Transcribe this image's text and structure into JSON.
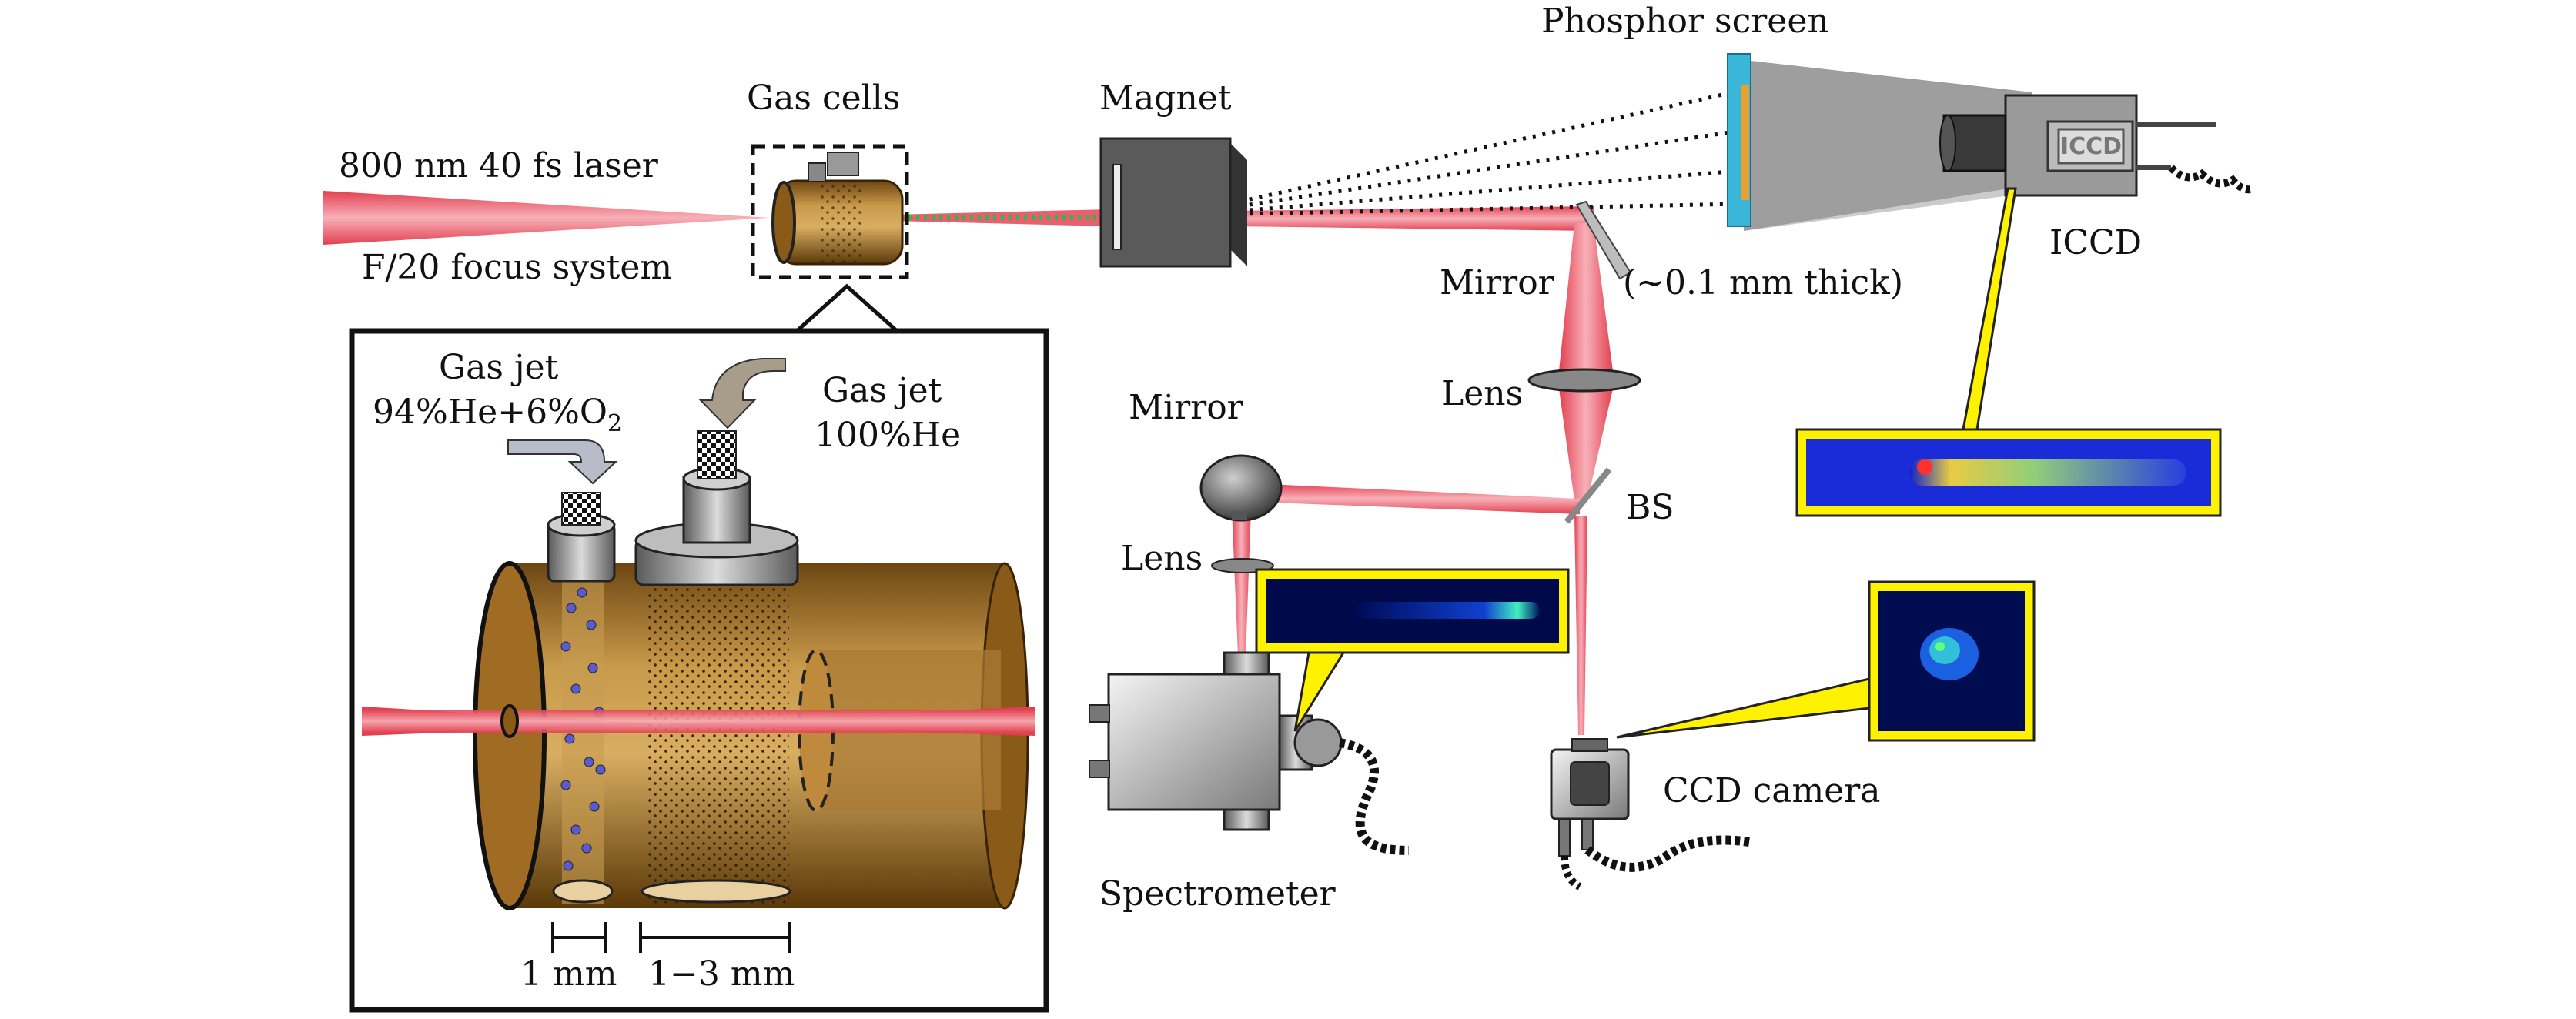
{
  "labels": {
    "laser": "800 nm 40 fs laser",
    "focus": "F/20 focus system",
    "gas_cells": "Gas cells",
    "magnet": "Magnet",
    "phosphor": "Phosphor screen",
    "thickness": "(∼0.1 mm thick)",
    "iccd": "ICCD",
    "iccd_badge": "ICCD",
    "mirror_top": "Mirror",
    "lens_top": "Lens",
    "mirror_left": "Mirror",
    "bs": "BS",
    "lens_left": "Lens",
    "spectrometer": "Spectrometer",
    "ccd_camera": "CCD camera",
    "gas_jet_1_title": "Gas jet",
    "gas_jet_1_mix": "94%He+6%O",
    "gas_jet_1_sub": "2",
    "gas_jet_2_title": "Gas jet",
    "gas_jet_2_mix": "100%He",
    "dim_1mm": "1 mm",
    "dim_range": "1−3 mm"
  },
  "colors": {
    "beam": "#e0404a",
    "cell_body": "#a8742a",
    "inset_yellow": "#fff200",
    "detector_blue": "#1a2bd8"
  },
  "icons": [
    "laser-beam",
    "gas-cell",
    "magnet-block",
    "phosphor-screen",
    "iccd-camera",
    "mirror",
    "lens",
    "beam-splitter",
    "spectrometer",
    "ccd-camera"
  ]
}
